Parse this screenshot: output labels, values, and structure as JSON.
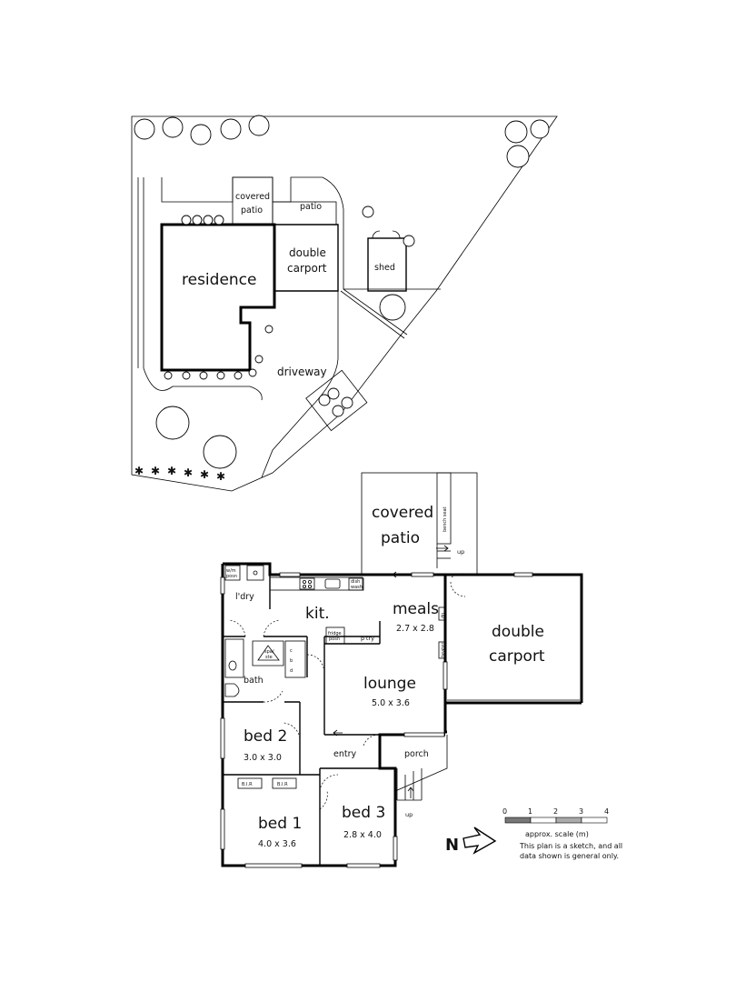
{
  "site_plan": {
    "residence": "residence",
    "covered_patio": [
      "covered",
      "patio"
    ],
    "patio": "patio",
    "double_carport": [
      "double",
      "carport"
    ],
    "shed": "shed",
    "driveway": "driveway"
  },
  "floor_plan": {
    "covered_patio": [
      "covered",
      "patio"
    ],
    "bench_seat": "bench seat",
    "up_patio": "up",
    "double_carport": [
      "double",
      "carport"
    ],
    "meals": {
      "name": "meals",
      "dims": "2.7 x 2.8"
    },
    "kitchen": "kit.",
    "laundry": "l'dry",
    "lounge": {
      "name": "lounge",
      "dims": "5.0 x 3.6"
    },
    "bath": "bath",
    "spa": [
      "spa/",
      "ste"
    ],
    "cbd": [
      "c",
      "b",
      "d"
    ],
    "bed2": {
      "name": "bed 2",
      "dims": "3.0 x 3.0"
    },
    "bed1": {
      "name": "bed 1",
      "dims": "4.0 x 3.6"
    },
    "bed3": {
      "name": "bed 3",
      "dims": "2.8 x 4.0"
    },
    "bir1": "B.I.R",
    "bir2": "B.I.R",
    "entry": "entry",
    "porch": "porch",
    "up_porch": "up",
    "fridge": [
      "fridge",
      "posn"
    ],
    "pantry": "p'try",
    "dishwasher": [
      "dish",
      "wash"
    ],
    "washer": [
      "w/m",
      "posn"
    ],
    "dn": "dn",
    "heater": "heater"
  },
  "scale": {
    "ticks": [
      "0",
      "1",
      "2",
      "3",
      "4"
    ],
    "label": "approx. scale (m)",
    "disclaimer": [
      "This plan is a sketch, and all",
      "data shown is general only."
    ]
  },
  "north": "N"
}
